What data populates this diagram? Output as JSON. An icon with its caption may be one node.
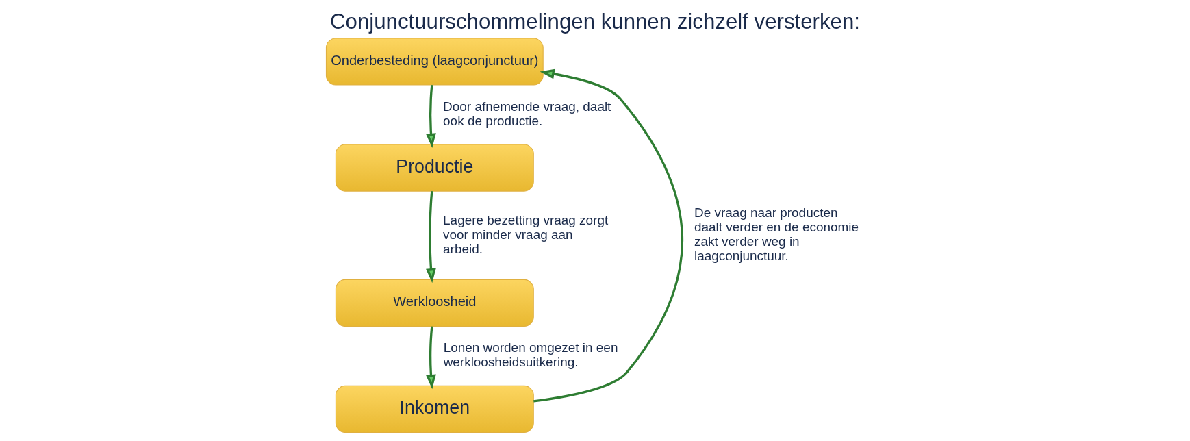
{
  "diagram": {
    "title": "Conjunctuurschommelingen kunnen zichzelf versterken:",
    "nodes": [
      {
        "text": [
          "Onderbesteding (laagconjunctuur)"
        ]
      },
      {
        "text": [
          "Productie"
        ]
      },
      {
        "text": [
          "Werkloosheid"
        ]
      },
      {
        "text": [
          "Inkomen"
        ]
      }
    ],
    "edges": [
      {
        "from": 0,
        "to": 1,
        "arrow": "to",
        "label": "Door afnemende vraag, daalt ook de productie."
      },
      {
        "from": 1,
        "to": 2,
        "arrow": "to",
        "label": "Lagere bezetting vraag zorgt voor minder vraag aan arbeid."
      },
      {
        "from": 2,
        "to": 3,
        "arrow": "to",
        "label": "Lonen worden omgezet in een werkloosheidsuitkering."
      },
      {
        "from": 3,
        "to": 0,
        "arrow": "to",
        "label": "De vraag naar producten daalt verder en de economie zakt verder weg in laagconjunctuur."
      }
    ]
  }
}
